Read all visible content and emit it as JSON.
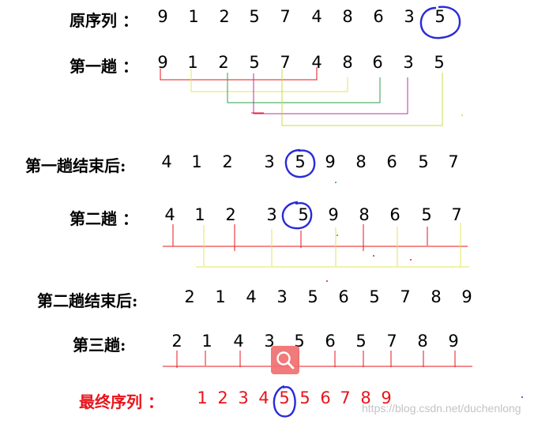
{
  "rows": [
    {
      "id": "original",
      "label": "原序列 ：",
      "label_red": false,
      "values": [
        "9",
        "1",
        "2",
        "5",
        "7",
        "4",
        "8",
        "6",
        "3",
        "5"
      ]
    },
    {
      "id": "pass1",
      "label": "第一趟 ：",
      "label_red": false,
      "values": [
        "9",
        "1",
        "2",
        "5",
        "7",
        "4",
        "8",
        "6",
        "3",
        "5"
      ]
    },
    {
      "id": "after1",
      "label": "第一趟结束后:",
      "label_red": false,
      "values": [
        "4",
        "1",
        "2",
        "3",
        "5",
        "9",
        "8",
        "6",
        "5",
        "7"
      ]
    },
    {
      "id": "pass2",
      "label": "第二趟 ：",
      "label_red": false,
      "values": [
        "4",
        "1",
        "2",
        "3",
        "5",
        "9",
        "8",
        "6",
        "5",
        "7"
      ]
    },
    {
      "id": "after2",
      "label": "第二趟结束后:",
      "label_red": false,
      "values": [
        "2",
        "1",
        "4",
        "3",
        "5",
        "6",
        "5",
        "7",
        "8",
        "9"
      ]
    },
    {
      "id": "pass3",
      "label": "第三趟:",
      "label_red": false,
      "values": [
        "2",
        "1",
        "4",
        "3",
        "5",
        "6",
        "5",
        "7",
        "8",
        "9"
      ]
    },
    {
      "id": "final",
      "label": "最终序列 ：",
      "label_red": true,
      "values": [
        "1",
        "2",
        "3",
        "4",
        "5",
        "5",
        "6",
        "7",
        "8",
        "9"
      ]
    }
  ],
  "colors": {
    "pivot_circle": "#2a2ad8",
    "red": "#e8141b",
    "yellow": "#e3e55a",
    "green": "#2ca04a",
    "purple": "#b8359c",
    "lime": "#c6dc46",
    "magnifier": "#f06f6f"
  },
  "icons": {
    "zoom": "magnifier-icon"
  },
  "watermark": "https://blog.csdn.net/duchenlong"
}
